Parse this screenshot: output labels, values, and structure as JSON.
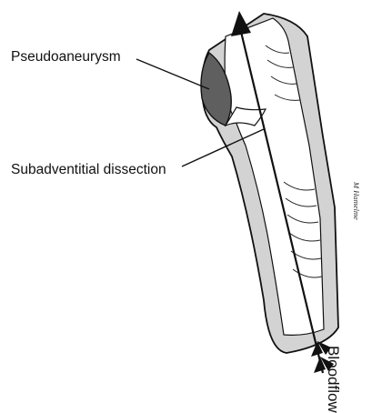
{
  "labels": {
    "pseudoaneurysm": "Pseudoaneurysm",
    "subadventitial_dissection": "Subadventitial dissection",
    "bloodflow": "Bloodflow",
    "signature": "M Hamelme"
  },
  "colors": {
    "outline": "#111111",
    "vessel_wall": "#d3d3d3",
    "lumen": "#ffffff",
    "pseudoaneurysm_fill": "#5f5f5f",
    "background": "#ffffff"
  },
  "icons": {
    "flow_arrow": "double-headed-arrow-with-fletching"
  }
}
